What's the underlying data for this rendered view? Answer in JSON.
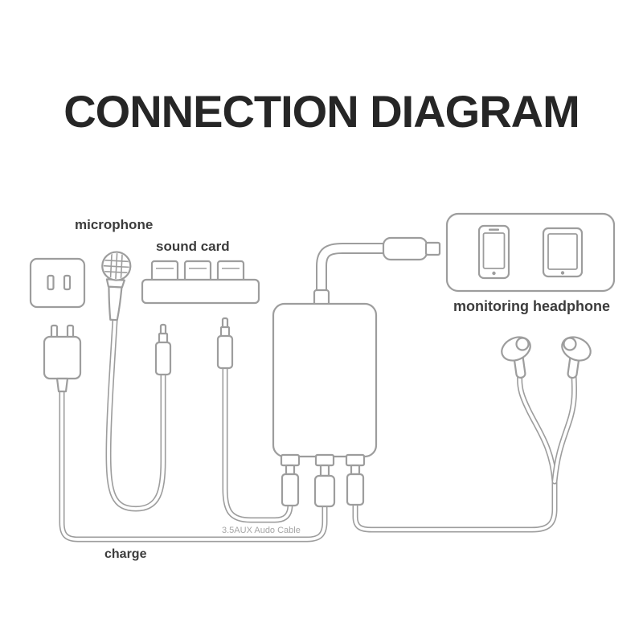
{
  "title": "CONNECTION DIAGRAM",
  "labels": {
    "microphone": "microphone",
    "sound_card": "sound card",
    "monitoring_headphone": "monitoring headphone",
    "charge": "charge",
    "aux_cable": "3.5AUX Audo Cable"
  },
  "colors": {
    "background": "#ffffff",
    "line": "#9d9d9d",
    "label_text": "#3c3c3c",
    "title_text": "#262626",
    "muted_text": "#a6a6a6"
  },
  "icons": {
    "wall_outlet": "wall-outlet-icon",
    "microphone": "microphone-icon",
    "sound_card": "sound-card-icon",
    "usb_charger": "usb-charger-icon",
    "adapter": "adapter-box",
    "lightning_plug": "lightning-plug-icon",
    "phone": "phone-icon",
    "tablet": "tablet-icon",
    "earbuds": "earbuds-icon"
  }
}
